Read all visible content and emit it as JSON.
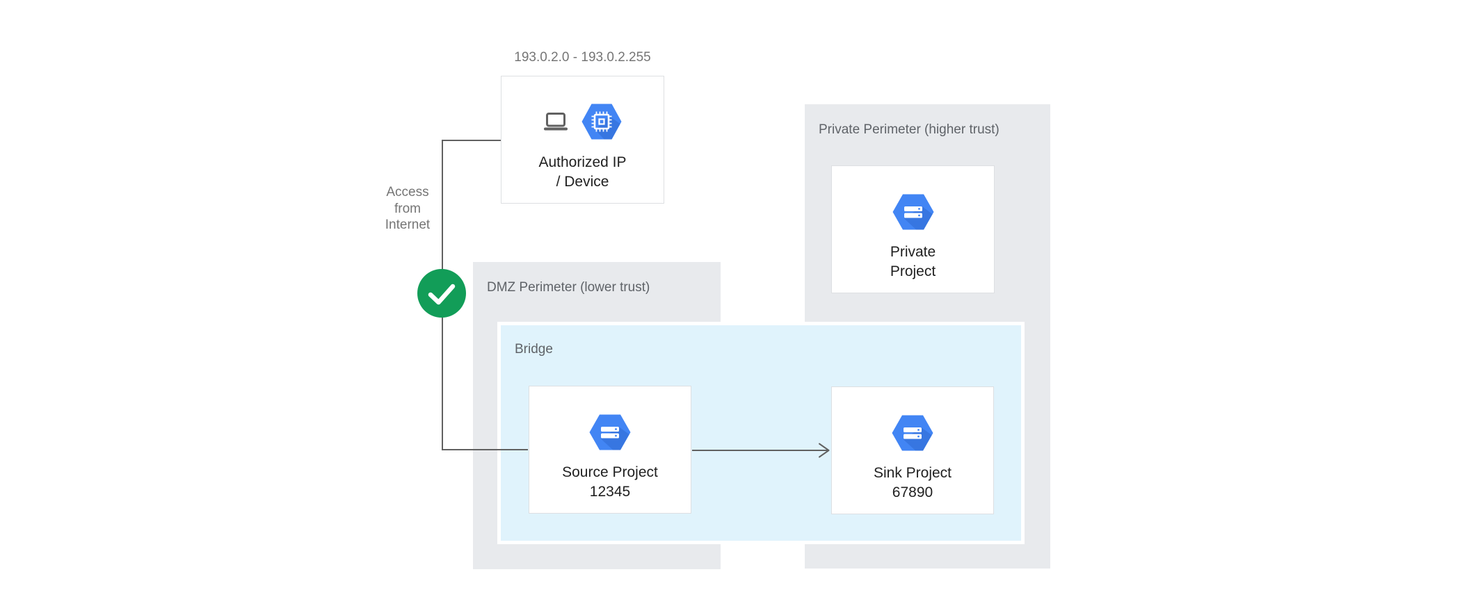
{
  "external": {
    "ip_range_label": "193.0.2.0 - 193.0.2.255",
    "authorized_node": {
      "line1": "Authorized IP",
      "line2": "/ Device",
      "icons": [
        "laptop-icon",
        "chip-hexagon-icon"
      ]
    },
    "access_label": {
      "line1": "Access",
      "line2": "from",
      "line3": "Internet"
    },
    "status_icon": "check-icon"
  },
  "zones": {
    "dmz": {
      "label": "DMZ Perimeter (lower trust)"
    },
    "bridge": {
      "label": "Bridge"
    },
    "private_perimeter": {
      "label": "Private Perimeter (higher trust)"
    }
  },
  "nodes": {
    "source": {
      "line1": "Source Project",
      "line2": "12345",
      "icon": "project-hexagon-icon"
    },
    "sink": {
      "line1": "Sink Project",
      "line2": "67890",
      "icon": "project-hexagon-icon"
    },
    "private": {
      "line1": "Private",
      "line2": "Project",
      "icon": "project-hexagon-icon"
    }
  },
  "colors": {
    "hexagon_blue": "#4285F4",
    "hexagon_shade_blue": "#2A63C9",
    "zone_gray": "#E8EAED",
    "bridge_light_blue": "#E0F3FC",
    "check_green": "#129D58",
    "connector_gray": "#616161",
    "zone_label_gray": "#5F6368",
    "outer_label_gray": "#757575",
    "node_text_dark": "#212121",
    "node_border": "#DDDFE2"
  }
}
